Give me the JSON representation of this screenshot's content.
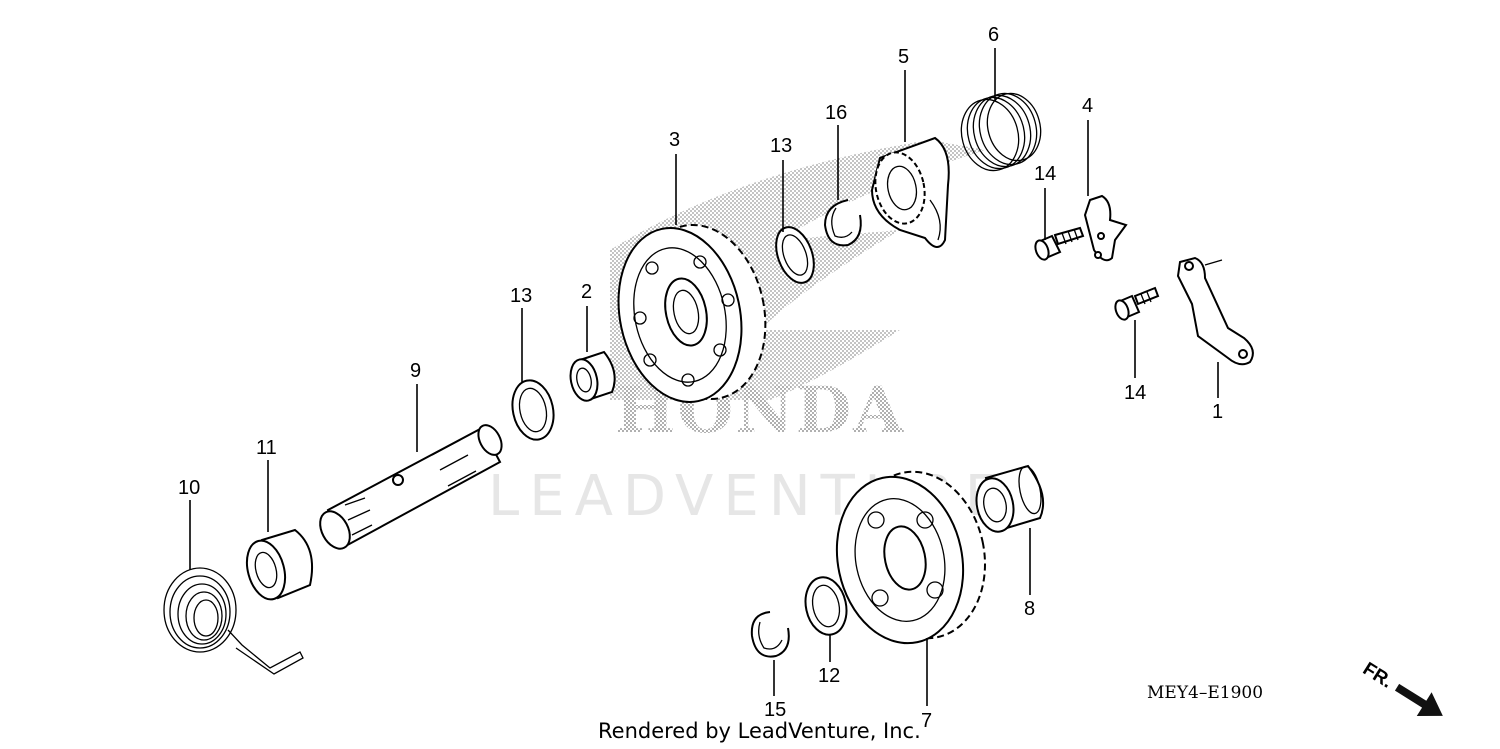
{
  "diagram_code": "MEY4–E1900",
  "credit": "Rendered by LeadVenture, Inc.",
  "watermark_brand": "HONDA",
  "watermark_text": "LEADVENTURE",
  "direction_label": "FR.",
  "callouts": {
    "p1": "1",
    "p2": "2",
    "p3": "3",
    "p4": "4",
    "p5": "5",
    "p6": "6",
    "p7": "7",
    "p8": "8",
    "p9": "9",
    "p10": "10",
    "p11": "11",
    "p12": "12",
    "p13a": "13",
    "p13b": "13",
    "p14a": "14",
    "p14b": "14",
    "p15": "15",
    "p16": "16"
  }
}
